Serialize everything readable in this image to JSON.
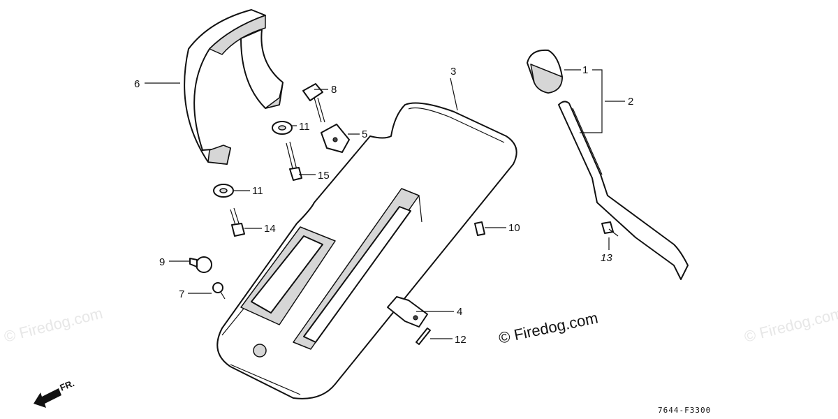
{
  "diagram": {
    "callouts": [
      {
        "id": "1",
        "label": "1"
      },
      {
        "id": "2",
        "label": "2"
      },
      {
        "id": "3",
        "label": "3"
      },
      {
        "id": "4",
        "label": "4"
      },
      {
        "id": "5",
        "label": "5"
      },
      {
        "id": "6",
        "label": "6"
      },
      {
        "id": "7",
        "label": "7"
      },
      {
        "id": "8",
        "label": "8"
      },
      {
        "id": "9",
        "label": "9"
      },
      {
        "id": "10",
        "label": "10"
      },
      {
        "id": "11a",
        "label": "11"
      },
      {
        "id": "11b",
        "label": "11"
      },
      {
        "id": "12",
        "label": "12"
      },
      {
        "id": "13",
        "label": "13"
      },
      {
        "id": "14",
        "label": "14"
      },
      {
        "id": "15",
        "label": "15"
      }
    ],
    "watermark_main": "© Firedog.com",
    "watermark_faint": "© Firedog.com",
    "direction_label": "FR.",
    "drawing_code": "7644-F3300"
  }
}
